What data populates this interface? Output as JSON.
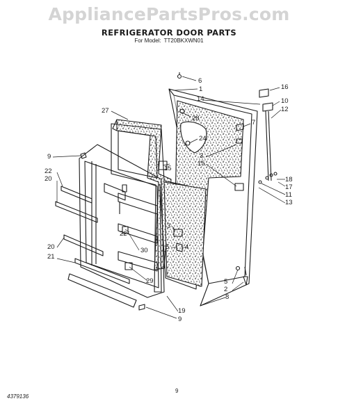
{
  "watermark": "AppliancePartsPros.com",
  "title": "REFRIGERATOR DOOR PARTS",
  "model_prefix": "For Model:",
  "model_number": "TT20BKXWN01",
  "page_number": "9",
  "document_number": "4379136",
  "callouts": [
    "6",
    "1",
    "16",
    "14",
    "10",
    "12",
    "27",
    "28",
    "7",
    "24",
    "9",
    "3",
    "15",
    "15",
    "22",
    "20",
    "18",
    "17",
    "11",
    "13",
    "3",
    "22",
    "30",
    "5",
    "4",
    "20",
    "21",
    "29",
    "5",
    "2",
    "8",
    "19",
    "9"
  ]
}
